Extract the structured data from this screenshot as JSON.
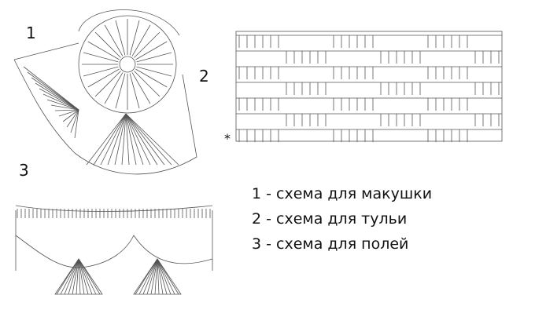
{
  "diagram_labels": {
    "one": "1",
    "two": "2",
    "three": "3",
    "star": "*"
  },
  "legend": [
    {
      "text": "1 - схема для макушки"
    },
    {
      "text": "2 - схема для тульи"
    },
    {
      "text": "3 - схема для полей"
    }
  ],
  "colors": {
    "ink": "#333333",
    "background": "#ffffff"
  }
}
